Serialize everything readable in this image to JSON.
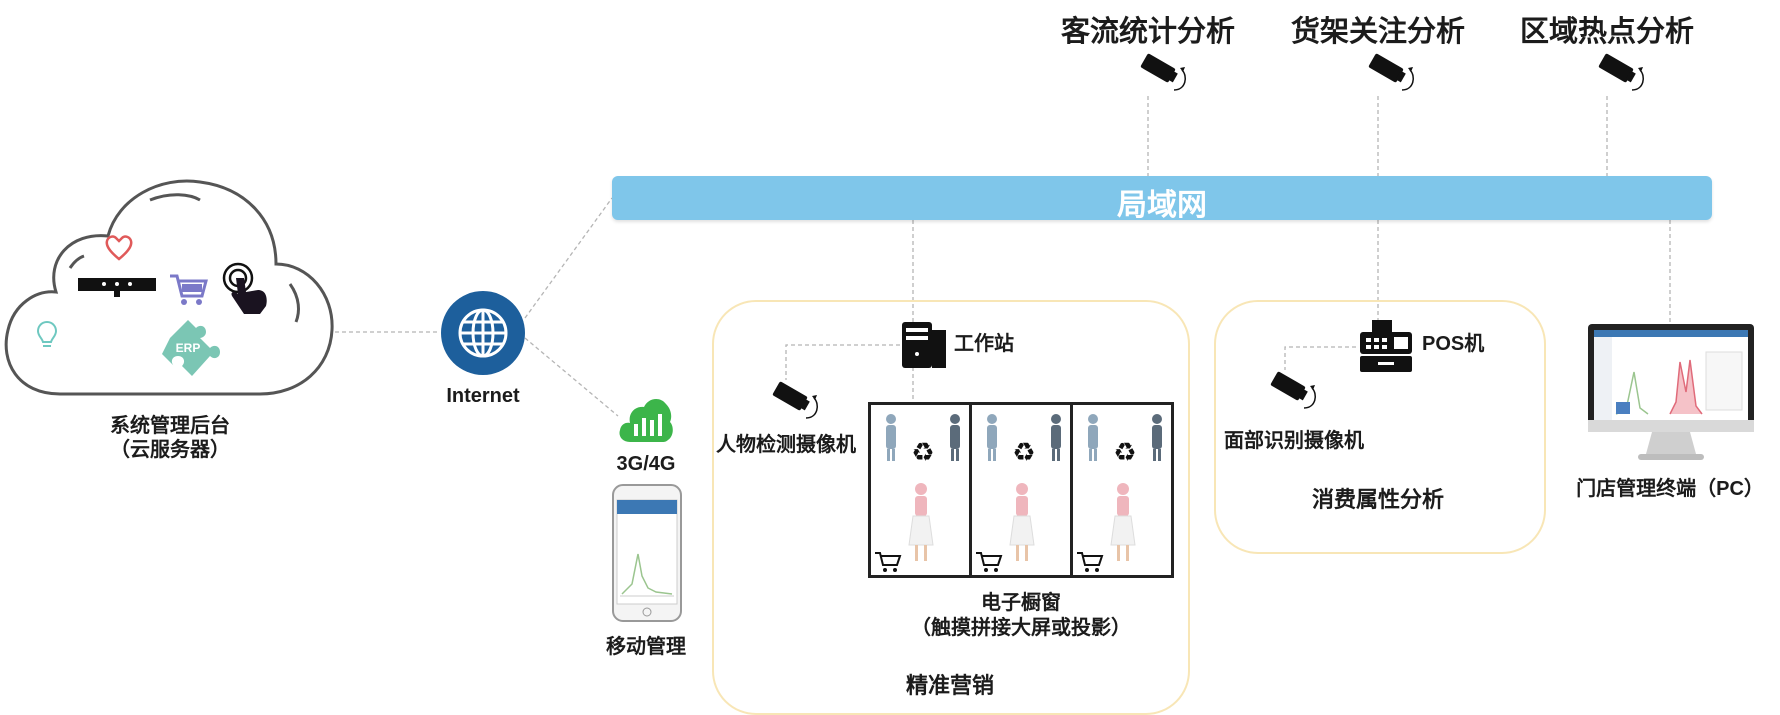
{
  "cloud": {
    "label": "系统管理后台",
    "sublabel": "（云服务器）",
    "badge": "ERP"
  },
  "internet": {
    "label": "Internet"
  },
  "mobile": {
    "network": "3G/4G",
    "label": "移动管理"
  },
  "lan": {
    "label": "局域网"
  },
  "analytics": [
    {
      "label": "客流统计分析"
    },
    {
      "label": "货架关注分析"
    },
    {
      "label": "区域热点分析"
    }
  ],
  "marketing": {
    "workstation": "工作站",
    "camera": "人物检测摄像机",
    "window_label": "电子橱窗",
    "window_sublabel": "（触摸拼接大屏或投影）",
    "zone_label": "精准营销"
  },
  "consumer": {
    "pos": "POS机",
    "camera": "面部识别摄像机",
    "zone_label": "消费属性分析"
  },
  "terminal": {
    "label": "门店管理终端（PC）"
  },
  "colors": {
    "lan": "#7fc6ea",
    "globe": "#1d5f9c",
    "mobile_cloud": "#3cb54a",
    "zone_border": "#f8e6b6"
  }
}
